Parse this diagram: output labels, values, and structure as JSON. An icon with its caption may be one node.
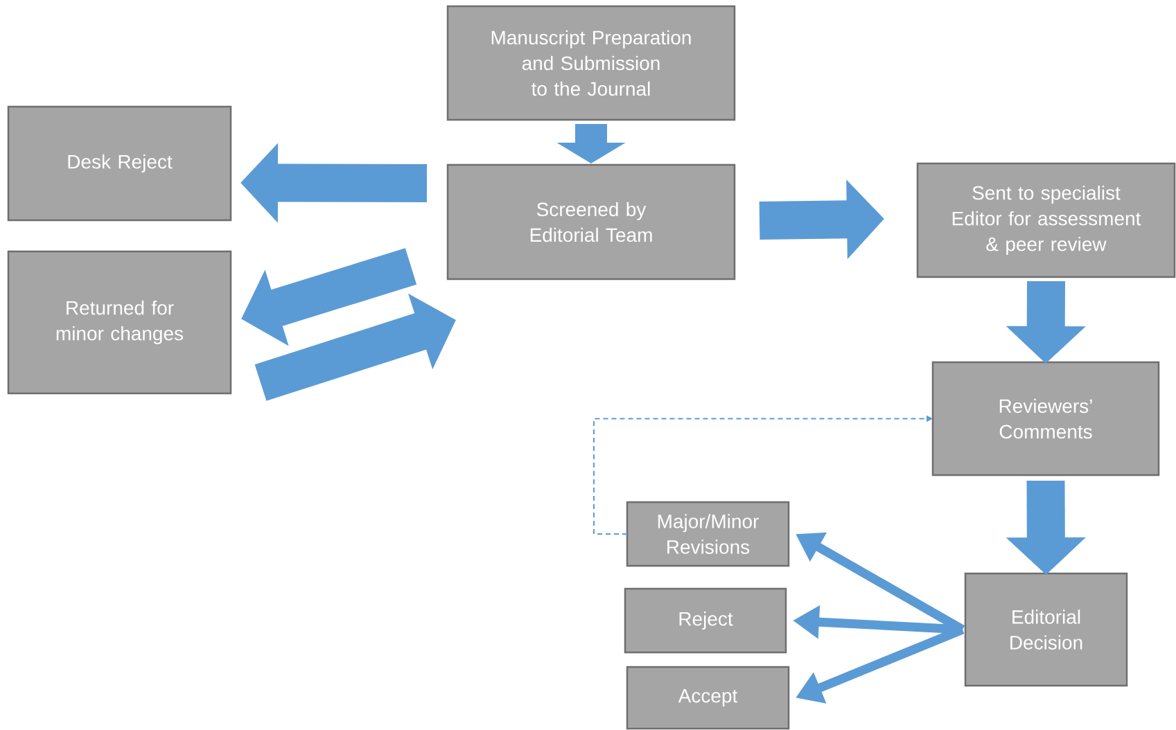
{
  "diagram": {
    "nodes": [
      {
        "text": [
          "Manuscript Preparation and Submission to the Journal"
        ]
      },
      {
        "text": [
          "Desk Reject"
        ]
      },
      {
        "text": [
          "Screened by Editorial Team"
        ]
      },
      {
        "text": [
          "Sent to specialist Editor for assessment & peer review"
        ]
      },
      {
        "text": [
          "Returned for minor changes"
        ]
      },
      {
        "text": [
          "Reviewers’ Comments"
        ]
      },
      {
        "text": [
          "Major/Minor Revisions"
        ]
      },
      {
        "text": [
          "Reject"
        ]
      },
      {
        "text": [
          "Editorial Decision"
        ]
      },
      {
        "text": [
          "Accept"
        ]
      }
    ],
    "edges": [
      {
        "from": 0,
        "to": 2,
        "arrow": "to"
      },
      {
        "from": 2,
        "to": 1,
        "arrow": "to"
      },
      {
        "from": 2,
        "to": 3,
        "arrow": "to"
      },
      {
        "from": 2,
        "to": 4,
        "arrow": "to"
      },
      {
        "from": 4,
        "to": 2,
        "arrow": "to"
      },
      {
        "from": 3,
        "to": 5,
        "arrow": "to"
      },
      {
        "from": 5,
        "to": 8,
        "arrow": "to"
      },
      {
        "from": 8,
        "to": 6,
        "arrow": "to"
      },
      {
        "from": 8,
        "to": 7,
        "arrow": "to"
      },
      {
        "from": 8,
        "to": 9,
        "arrow": "to"
      },
      {
        "from": 6,
        "to": 5,
        "arrow": "to",
        "style": "dashed"
      }
    ]
  }
}
